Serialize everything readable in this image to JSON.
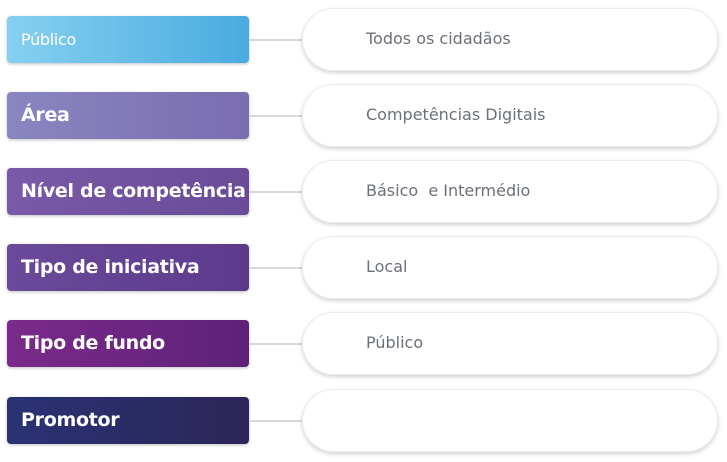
{
  "rows": [
    {
      "label": "Público",
      "value": "Todos os cidadãos",
      "color_from": "#86d0f0",
      "color_to": "#4aabe0"
    },
    {
      "label": "Área",
      "value": "Competências Digitais",
      "color_from": "#8a86c0",
      "color_to": "#7a6db0"
    },
    {
      "label": "Nível de competência",
      "value": "Básico  e Intermédio",
      "color_from": "#7a5aa8",
      "color_to": "#6a4b98"
    },
    {
      "label": "Tipo de iniciativa",
      "value": "Local",
      "color_from": "#6a4a9a",
      "color_to": "#5e3a8c"
    },
    {
      "label": "Tipo de fundo",
      "value": "Público",
      "color_from": "#7a2a8a",
      "color_to": "#5e2278"
    },
    {
      "label": "Promotor",
      "value": "",
      "color_from": "#2a3274",
      "color_to": "#2c2658"
    }
  ]
}
